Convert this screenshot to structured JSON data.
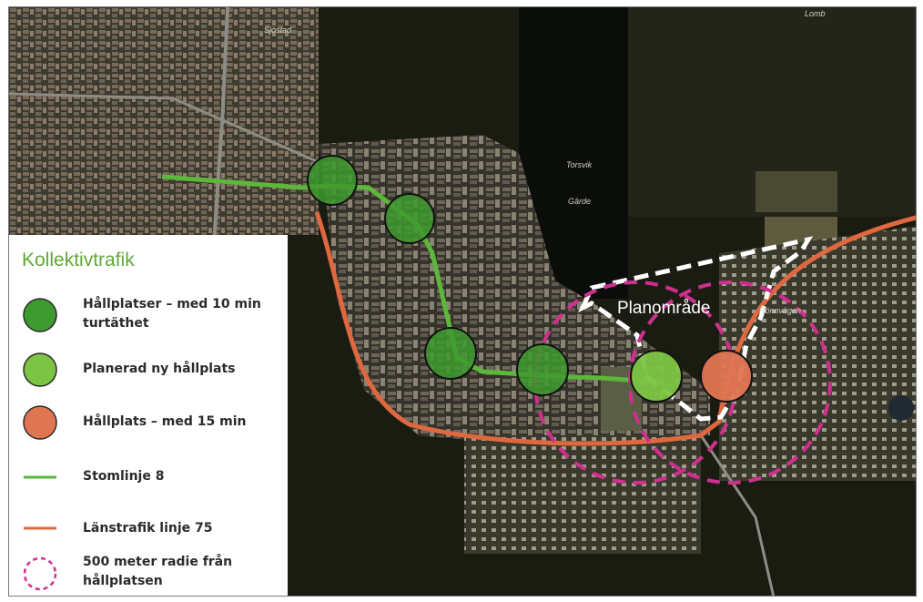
{
  "map": {
    "plan_label": "Planområde",
    "place_names": [
      "Sjöstad",
      "Torsvik",
      "Lomb",
      "Gärde",
      "Rönnvägen"
    ],
    "colors": {
      "stop_10min": "#3d9a2e",
      "planned_stop": "#7cc443",
      "stop_15min": "#e07552",
      "trunk_line": "#5cb83b",
      "regional_line": "#e0683f",
      "radius": "#cf2f8e",
      "plan_boundary": "#ffffff"
    }
  },
  "legend": {
    "title": "Kollektivtrafik",
    "items": [
      {
        "label": "Hållplatser – med 10 min turtäthet",
        "icon": "dark-green-circle"
      },
      {
        "label": "Planerad ny hållplats",
        "icon": "light-green-circle"
      },
      {
        "label": "Hållplats – med 15 min",
        "icon": "orange-circle"
      },
      {
        "label": "Stomlinje 8",
        "icon": "green-line"
      },
      {
        "label": "Länstrafik linje 75",
        "icon": "orange-line"
      },
      {
        "label": "500 meter radie från hållplatsen",
        "icon": "dashed-magenta-circle"
      }
    ]
  }
}
